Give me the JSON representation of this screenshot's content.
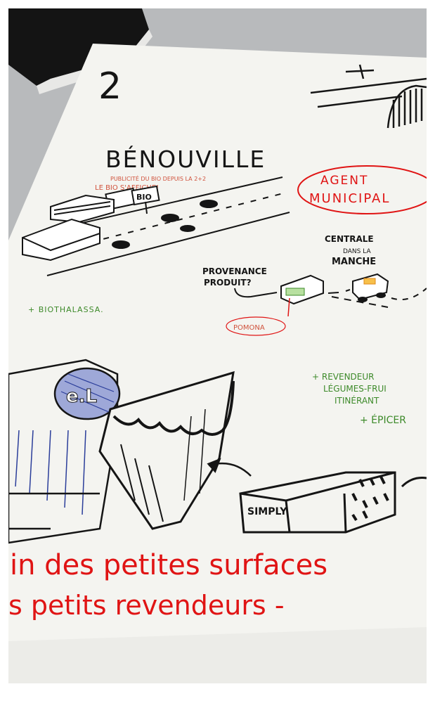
{
  "poster": {
    "page_number": "2",
    "title": "BÉNOUVILLE",
    "subtitle_line1": "PUBLICITÉ DU BIO DEPUIS LA 2+2",
    "subtitle_line2": "LE BIO S'AFFICHE!",
    "agent": [
      "AGENT",
      "MUNICIPAL"
    ],
    "bio_sign": "BIO",
    "centrale": [
      "CENTRALE",
      "DANS LA",
      "MANCHE"
    ],
    "provenance": [
      "PROVENANCE",
      "PRODUIT?"
    ],
    "pomona": "POMONA",
    "biothalassa": "+ BIOTHALASSA.",
    "revendeur": [
      "+ REVENDEUR",
      "LÉGUMES-FRUI",
      "ITINÉRANT"
    ],
    "epicerie": "+ ÉPICER",
    "leclerc_logo": "e.L",
    "simply": "SIMPLY",
    "slogan_line1": "in des petites surfaces",
    "slogan_line2": "s petits revendeurs -"
  },
  "colors": {
    "red": "#e01414",
    "green": "#3d8a2a",
    "ink": "#151515",
    "paper": "#f3f3ef"
  }
}
